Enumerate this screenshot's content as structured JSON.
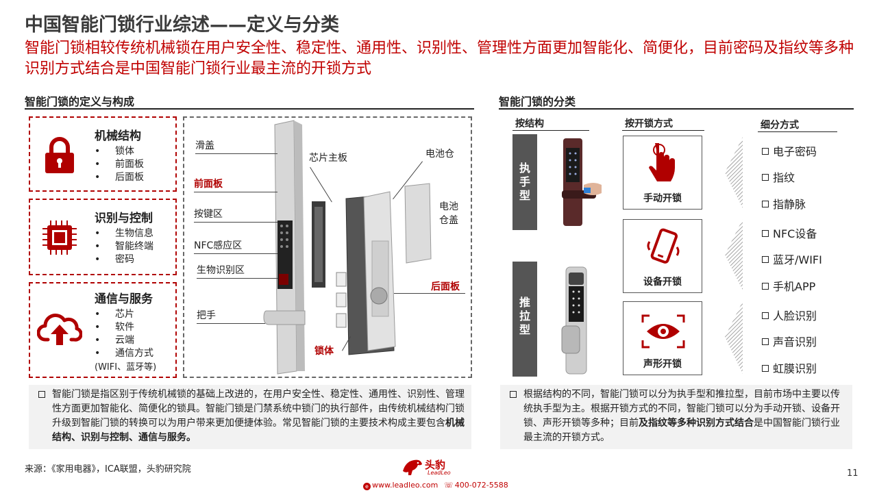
{
  "header": {
    "title": "中国智能门锁行业综述——定义与分类",
    "subtitle": "智能门锁相较传统机械锁在用户安全性、稳定性、通用性、识别性、管理性方面更加智能化、简便化，目前密码及指纹等多种识别方式结合是中国智能门锁行业最主流的开锁方式"
  },
  "left": {
    "section_title": "智能门锁的定义与构成",
    "cards": [
      {
        "title": "机械结构",
        "icon": "padlock-icon",
        "items": [
          "锁体",
          "前面板",
          "后面板"
        ]
      },
      {
        "title": "识别与控制",
        "icon": "chip-icon",
        "items": [
          "生物信息",
          "智能终端",
          "密码"
        ]
      },
      {
        "title": "通信与服务",
        "icon": "cloud-upload-icon",
        "items": [
          "芯片",
          "软件",
          "云端",
          "通信方式"
        ],
        "extra": "(WIFI、蓝牙等)"
      }
    ],
    "diagram_labels": {
      "slide_cover": "滑盖",
      "front_panel": "前面板",
      "keypad": "按键区",
      "nfc": "NFC感应区",
      "bio": "生物识别区",
      "handle": "把手",
      "chip_board": "芯片主板",
      "battery_bay": "电池仓",
      "battery_cover": "电池\n仓盖",
      "rear_panel": "后面板",
      "lock_body": "锁体"
    },
    "note_parts": [
      "智能门锁是指区别于传统机械锁的基础上改进的，在用户安全性、稳定性、通用性、识别性、管理性方面更加智能化、简便化的锁具。智能门锁是门禁系统中锁门的执行部件，由传统机械结构门锁升级到智能门锁的转换可以为用户带来更加便捷体验。常见智能门锁的主要技术构成主要包含",
      "机械结构、识别与控制、通信与服务。"
    ]
  },
  "right": {
    "section_title": "智能门锁的分类",
    "col_heads": [
      "按结构",
      "按开锁方式",
      "细分方式"
    ],
    "structure_types": [
      "执手型",
      "推拉型"
    ],
    "open_methods": [
      {
        "label": "手动开锁",
        "icon": "hand-press-icon"
      },
      {
        "label": "设备开锁",
        "icon": "phone-vibrate-icon"
      },
      {
        "label": "声形开锁",
        "icon": "eye-scan-icon"
      }
    ],
    "options": [
      "电子密码",
      "指纹",
      "指静脉",
      "NFC设备",
      "蓝牙/WIFI",
      "手机APP",
      "人脸识别",
      "声音识别",
      "虹膜识别"
    ],
    "note_parts": [
      "根据结构的不同，智能门锁可以分为执手型和推拉型，目前市场中主要以传统执手型为主。根据开锁方式的不同，智能门锁可以分为手动开锁、设备开锁、声形开锁等多种；目前",
      "及指纹等多种识别方式结合",
      "是中国智能门锁行业最主流的开锁方式。"
    ]
  },
  "footer": {
    "source": "来源：《家用电器》，ICA联盟，头豹研究院",
    "brand_cn": "头豹",
    "brand_en": "LeadLeo",
    "url": "www.leadleo.com",
    "phone": "400-072-5588",
    "page": "11"
  },
  "colors": {
    "accent": "#c00000",
    "dark_bar": "#555555",
    "note_bg": "#f2f2f2"
  }
}
